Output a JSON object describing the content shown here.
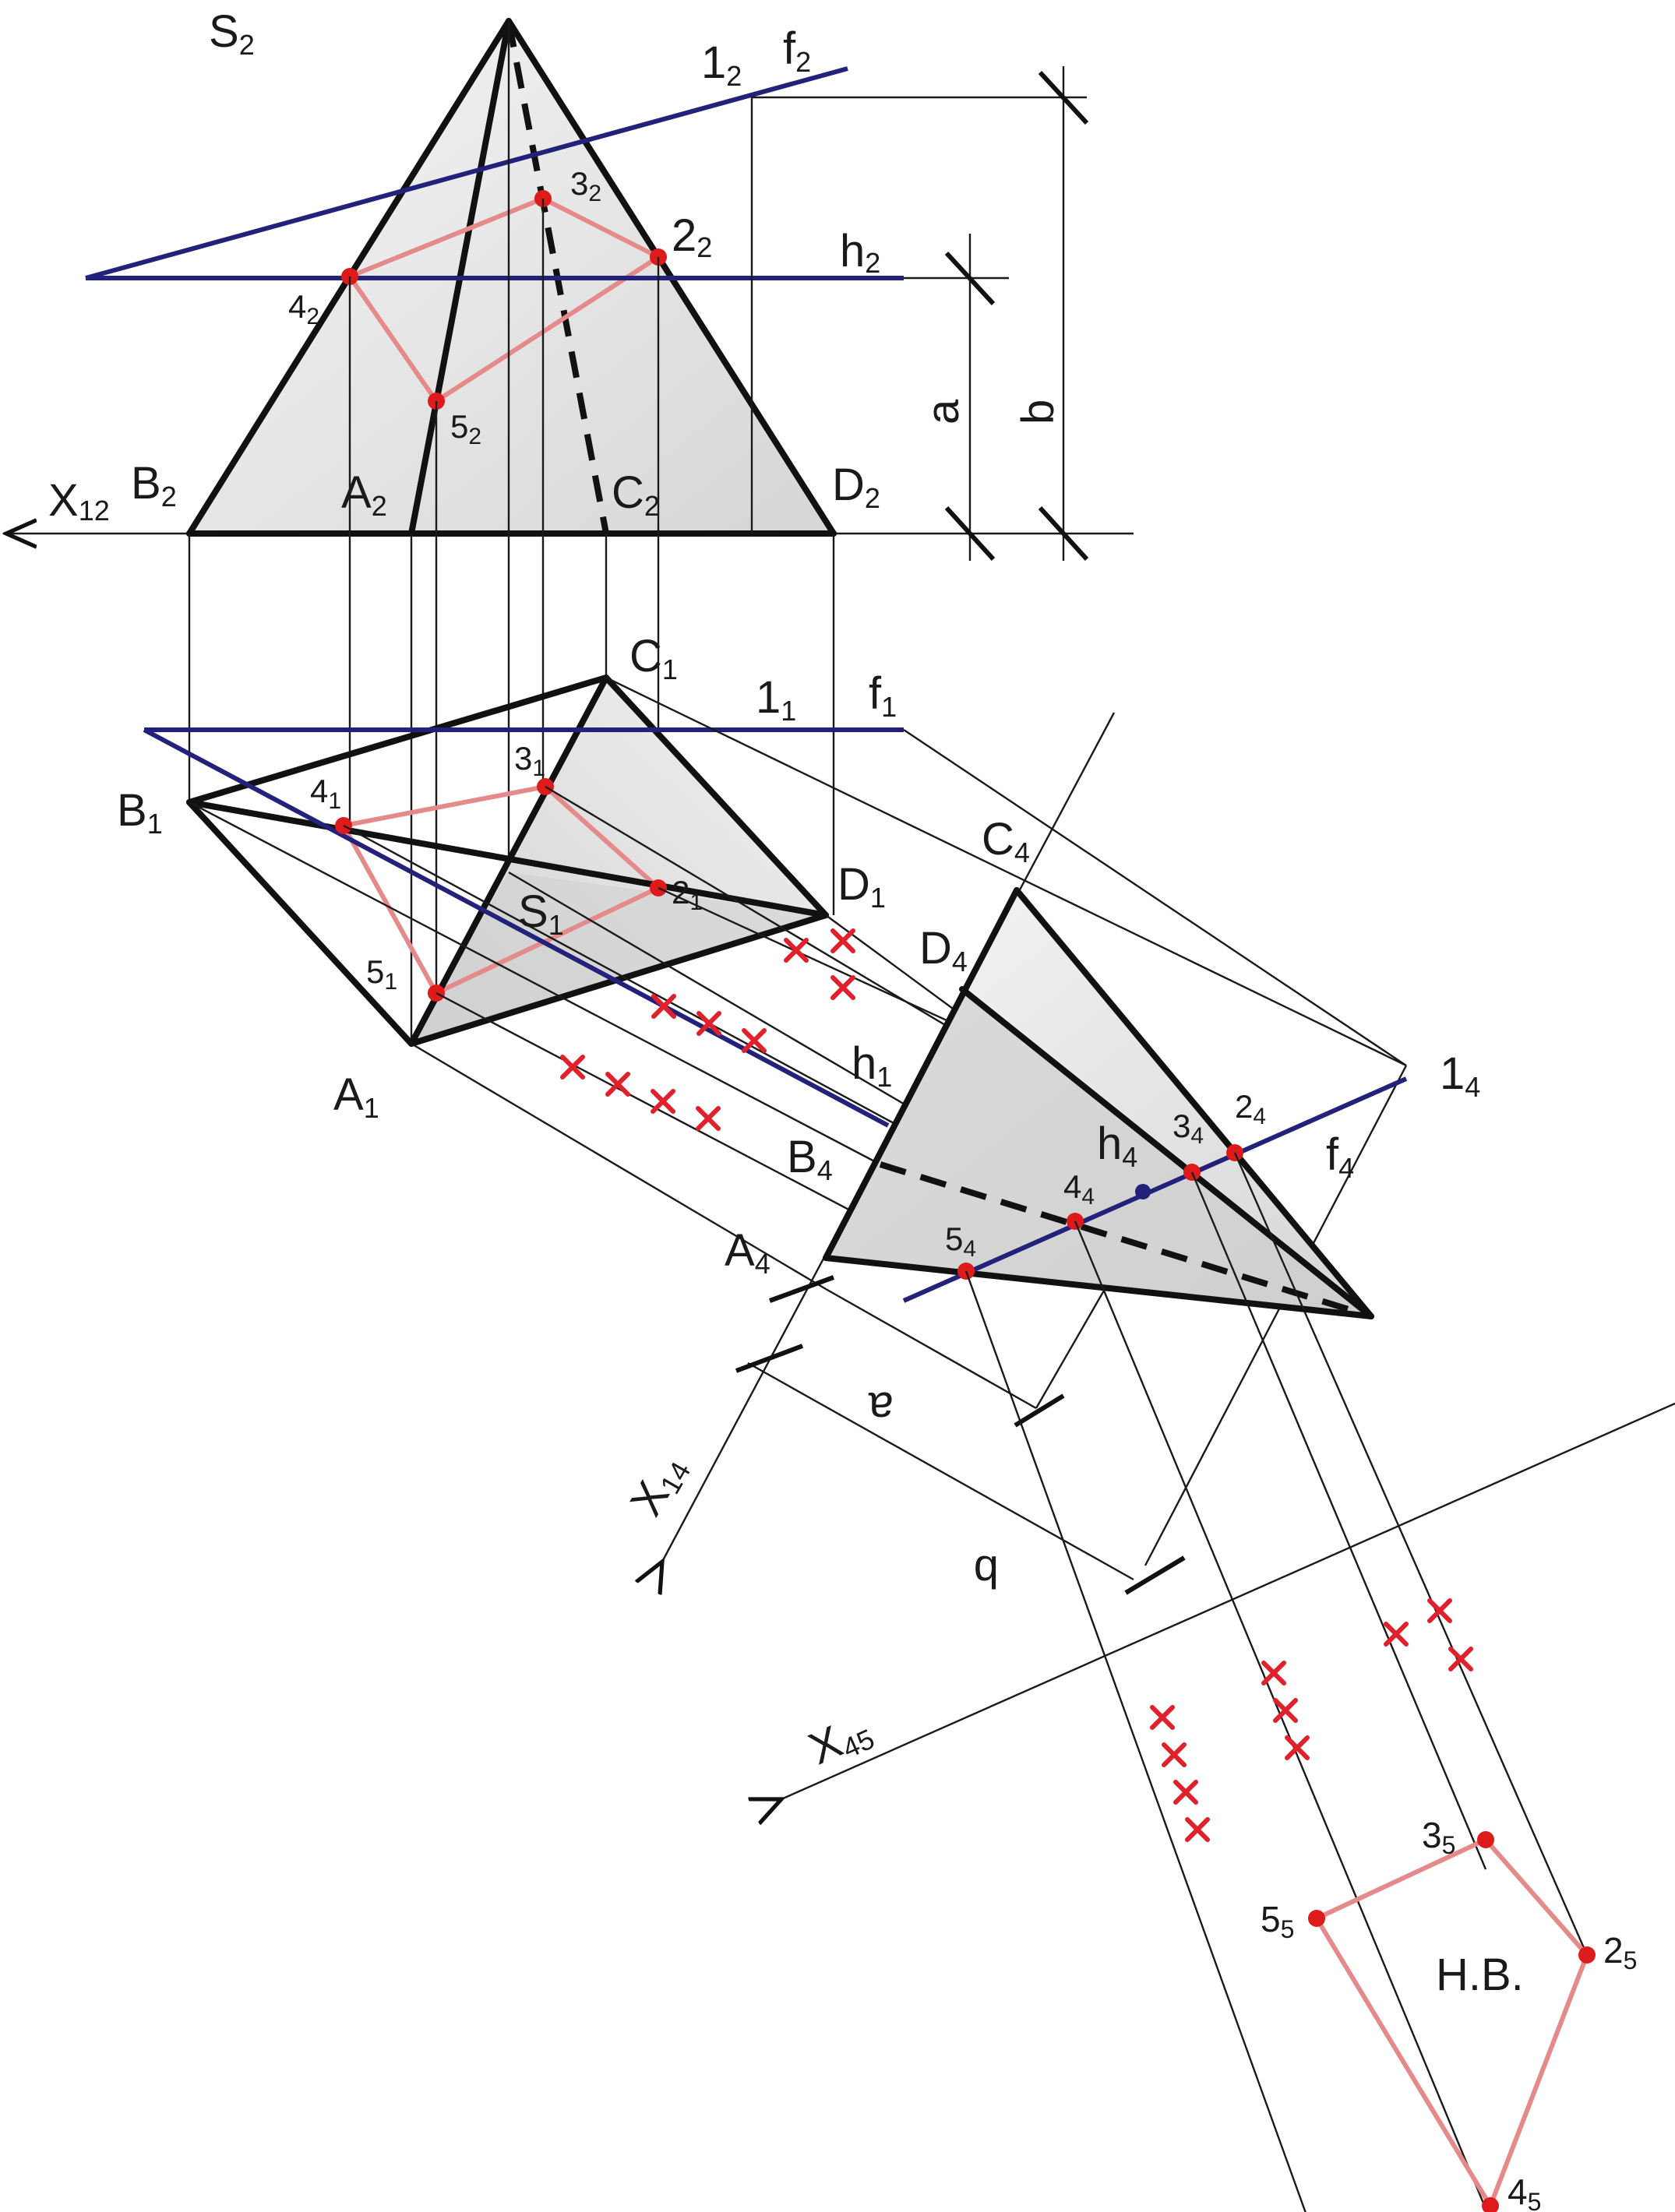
{
  "colors": {
    "edge": "#111111",
    "plane_lines": "#23227a",
    "section": "#e58a8a",
    "points": "#dd1b1b",
    "cross_marks": "#e0202a",
    "face_fill": "#e7e7e7"
  },
  "labels": {
    "S2": {
      "m": "S",
      "s": "2"
    },
    "B2": {
      "m": "B",
      "s": "2"
    },
    "A2": {
      "m": "A",
      "s": "2"
    },
    "C2": {
      "m": "C",
      "s": "2"
    },
    "D2": {
      "m": "D",
      "s": "2"
    },
    "X12": {
      "m": "X",
      "s": "12"
    },
    "p12": {
      "m": "1",
      "s": "2"
    },
    "f2": {
      "m": "f",
      "s": "2"
    },
    "h2": {
      "m": "h",
      "s": "2"
    },
    "p22": {
      "m": "2",
      "s": "2"
    },
    "p32": {
      "m": "3",
      "s": "2"
    },
    "p42": {
      "m": "4",
      "s": "2"
    },
    "p52": {
      "m": "5",
      "s": "2"
    },
    "C1": {
      "m": "C",
      "s": "1"
    },
    "B1": {
      "m": "B",
      "s": "1"
    },
    "D1": {
      "m": "D",
      "s": "1"
    },
    "A1": {
      "m": "A",
      "s": "1"
    },
    "S1": {
      "m": "S",
      "s": "1"
    },
    "p11": {
      "m": "1",
      "s": "1"
    },
    "f1": {
      "m": "f",
      "s": "1"
    },
    "h1": {
      "m": "h",
      "s": "1"
    },
    "p21": {
      "m": "2",
      "s": "1"
    },
    "p31": {
      "m": "3",
      "s": "1"
    },
    "p41": {
      "m": "4",
      "s": "1"
    },
    "p51": {
      "m": "5",
      "s": "1"
    },
    "C4": {
      "m": "C",
      "s": "4"
    },
    "D4": {
      "m": "D",
      "s": "4"
    },
    "B4": {
      "m": "B",
      "s": "4"
    },
    "A4": {
      "m": "A",
      "s": "4"
    },
    "p14": {
      "m": "1",
      "s": "4"
    },
    "f4": {
      "m": "f",
      "s": "4"
    },
    "h4": {
      "m": "h",
      "s": "4"
    },
    "p24": {
      "m": "2",
      "s": "4"
    },
    "p34": {
      "m": "3",
      "s": "4"
    },
    "p44": {
      "m": "4",
      "s": "4"
    },
    "p54": {
      "m": "5",
      "s": "4"
    },
    "X14": {
      "m": "X",
      "s": "14"
    },
    "X45": {
      "m": "X",
      "s": "45"
    },
    "p25": {
      "m": "2",
      "s": "5"
    },
    "p35": {
      "m": "3",
      "s": "5"
    },
    "p45": {
      "m": "4",
      "s": "5"
    },
    "p55": {
      "m": "5",
      "s": "5"
    }
  },
  "dims": {
    "a": "a",
    "b": "b"
  },
  "true_view": "Н.В."
}
